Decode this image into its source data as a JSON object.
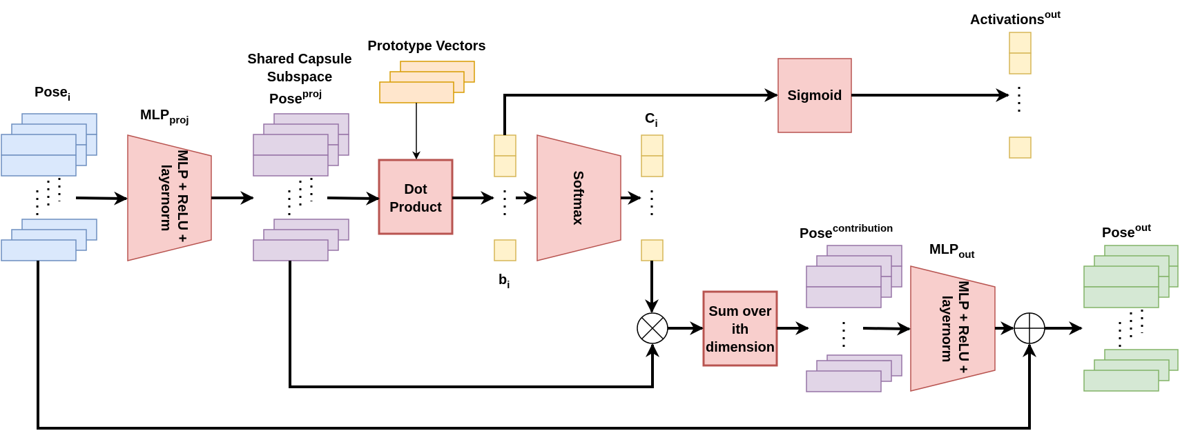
{
  "labels": {
    "pose_i_main": "Pose",
    "pose_i_sub": "i",
    "mlp_proj_main": "MLP",
    "mlp_proj_sub": "proj",
    "shared_capsule_line1": "Shared Capsule",
    "shared_capsule_line2": "Subspace",
    "pose_proj_main": "Pose",
    "pose_proj_sup": "proj",
    "prototype_vectors": "Prototype Vectors",
    "activations_main": "Activations",
    "activations_sup": "out",
    "c_main": "C",
    "c_sub": "i",
    "b_main": "b",
    "b_sub": "i",
    "pose_contribution_main": "Pose",
    "pose_contribution_sup": "contribution",
    "mlp_out_main": "MLP",
    "mlp_out_sub": "out",
    "pose_out_main": "Pose",
    "pose_out_sup": "out"
  },
  "blocks": {
    "mlp_proj_line1": "MLP + ReLU +",
    "mlp_proj_line2": "layernorm",
    "dot_product_line1": "Dot",
    "dot_product_line2": "Product",
    "softmax": "Softmax",
    "sigmoid": "Sigmoid",
    "sum_over_line1": "Sum over",
    "sum_over_line2": "ith",
    "sum_over_line3": "dimension",
    "mlp_out_line1": "MLP + ReLU +",
    "mlp_out_line2": "layernorm"
  },
  "colors": {
    "blue_fill": "#dae8fc",
    "blue_stroke": "#6c8ebf",
    "purple_fill": "#e1d5e7",
    "purple_stroke": "#9673a6",
    "yellow_fill": "#fff2cc",
    "yellow_stroke": "#d6b656",
    "orange_fill": "#ffe6cc",
    "orange_stroke": "#d79b00",
    "red_fill": "#f8cecc",
    "red_stroke": "#b85450",
    "green_fill": "#d5e8d4",
    "green_stroke": "#82b366"
  },
  "icons": {
    "multiply": "circle-times-icon",
    "add": "circle-plus-icon"
  }
}
